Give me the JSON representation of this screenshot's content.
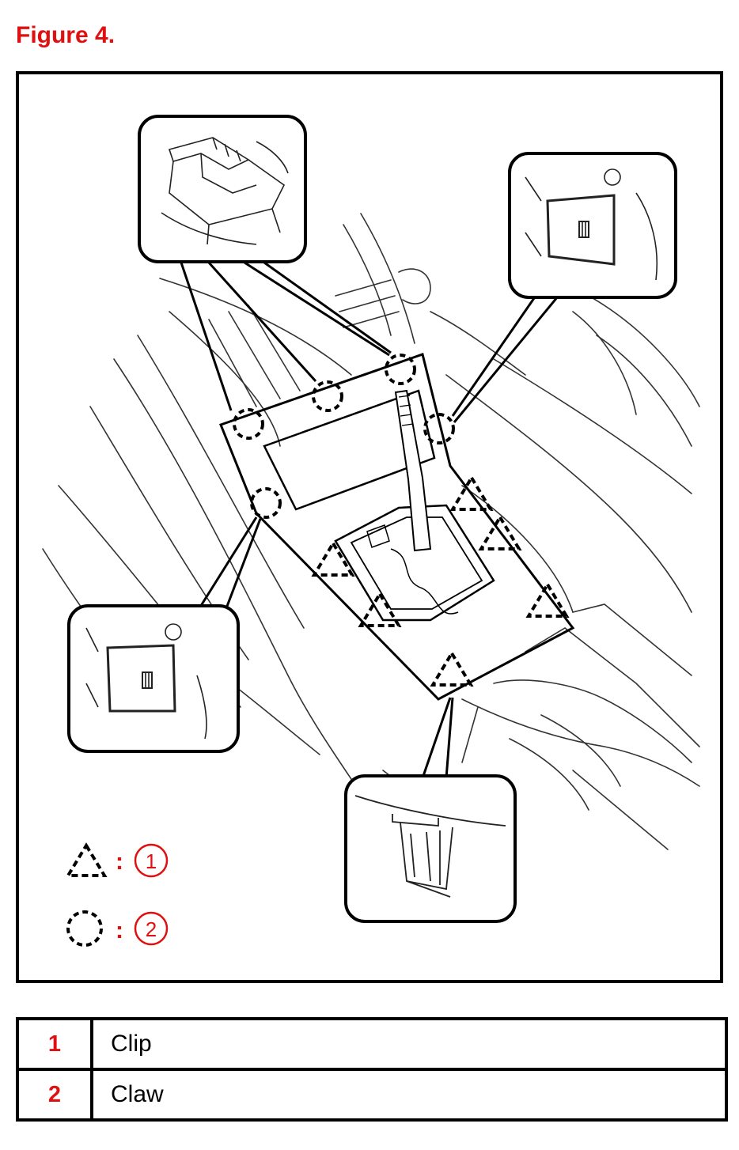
{
  "figure": {
    "title": "Figure 4."
  },
  "legend_markers": [
    {
      "symbol": "dashed-triangle",
      "number": "1"
    },
    {
      "symbol": "dashed-circle",
      "number": "2"
    }
  ],
  "legend_table": [
    {
      "number": "1",
      "name": "Clip"
    },
    {
      "number": "2",
      "name": "Claw"
    }
  ],
  "colors": {
    "accent_red": "#e01010",
    "line": "#000000"
  }
}
